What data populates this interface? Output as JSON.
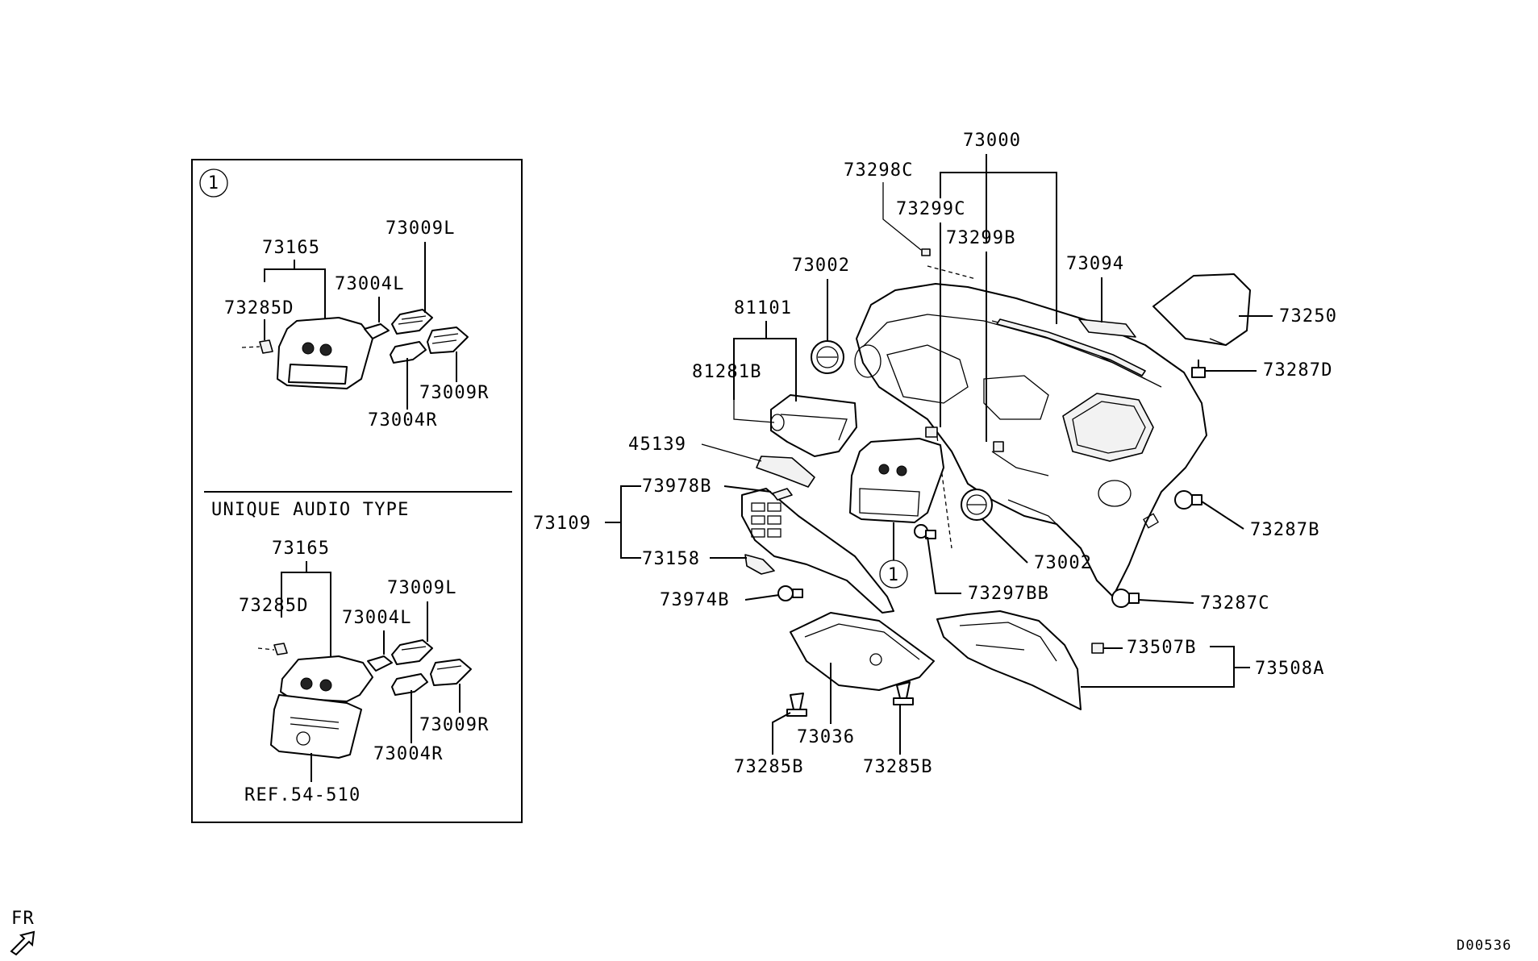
{
  "inset": {
    "ref_marker": "1",
    "section_label": "UNIQUE AUDIO TYPE",
    "upper": {
      "assembly": "73165",
      "bracket": "73285D",
      "vent_l_cover": "73004L",
      "vent_l": "73009L",
      "vent_r": "73009R",
      "vent_r_cover": "73004R"
    },
    "lower": {
      "assembly": "73165",
      "bracket": "73285D",
      "vent_l_cover": "73004L",
      "vent_l": "73009L",
      "vent_r": "73009R",
      "vent_r_cover": "73004R",
      "ref": "REF.54-510"
    }
  },
  "main": {
    "panel_assembly": "73000",
    "clip_c": "73298C",
    "clip_299c": "73299C",
    "clip_299b": "73299B",
    "vent_left": "73002",
    "defroster": "73094",
    "airbag_cover": "73250",
    "screw_d": "73287D",
    "lower_panel": "81101",
    "lower_panel_sub": "81281B",
    "bracket_45139": "45139",
    "switch_panel_set": "73109",
    "clip_978b": "73978B",
    "switch_panel": "73158",
    "screw_974b": "73974B",
    "ref_marker": "1",
    "vent_right": "73002",
    "clip_297bb": "73297BB",
    "screw_b": "73287B",
    "screw_c": "73287C",
    "glove_box_set": "73508A",
    "glove_clip": "73507B",
    "undercover": "73036",
    "clip_285b_left": "73285B",
    "clip_285b_right": "73285B"
  },
  "footer": {
    "direction": "FR",
    "diagram_id": "D00536"
  }
}
